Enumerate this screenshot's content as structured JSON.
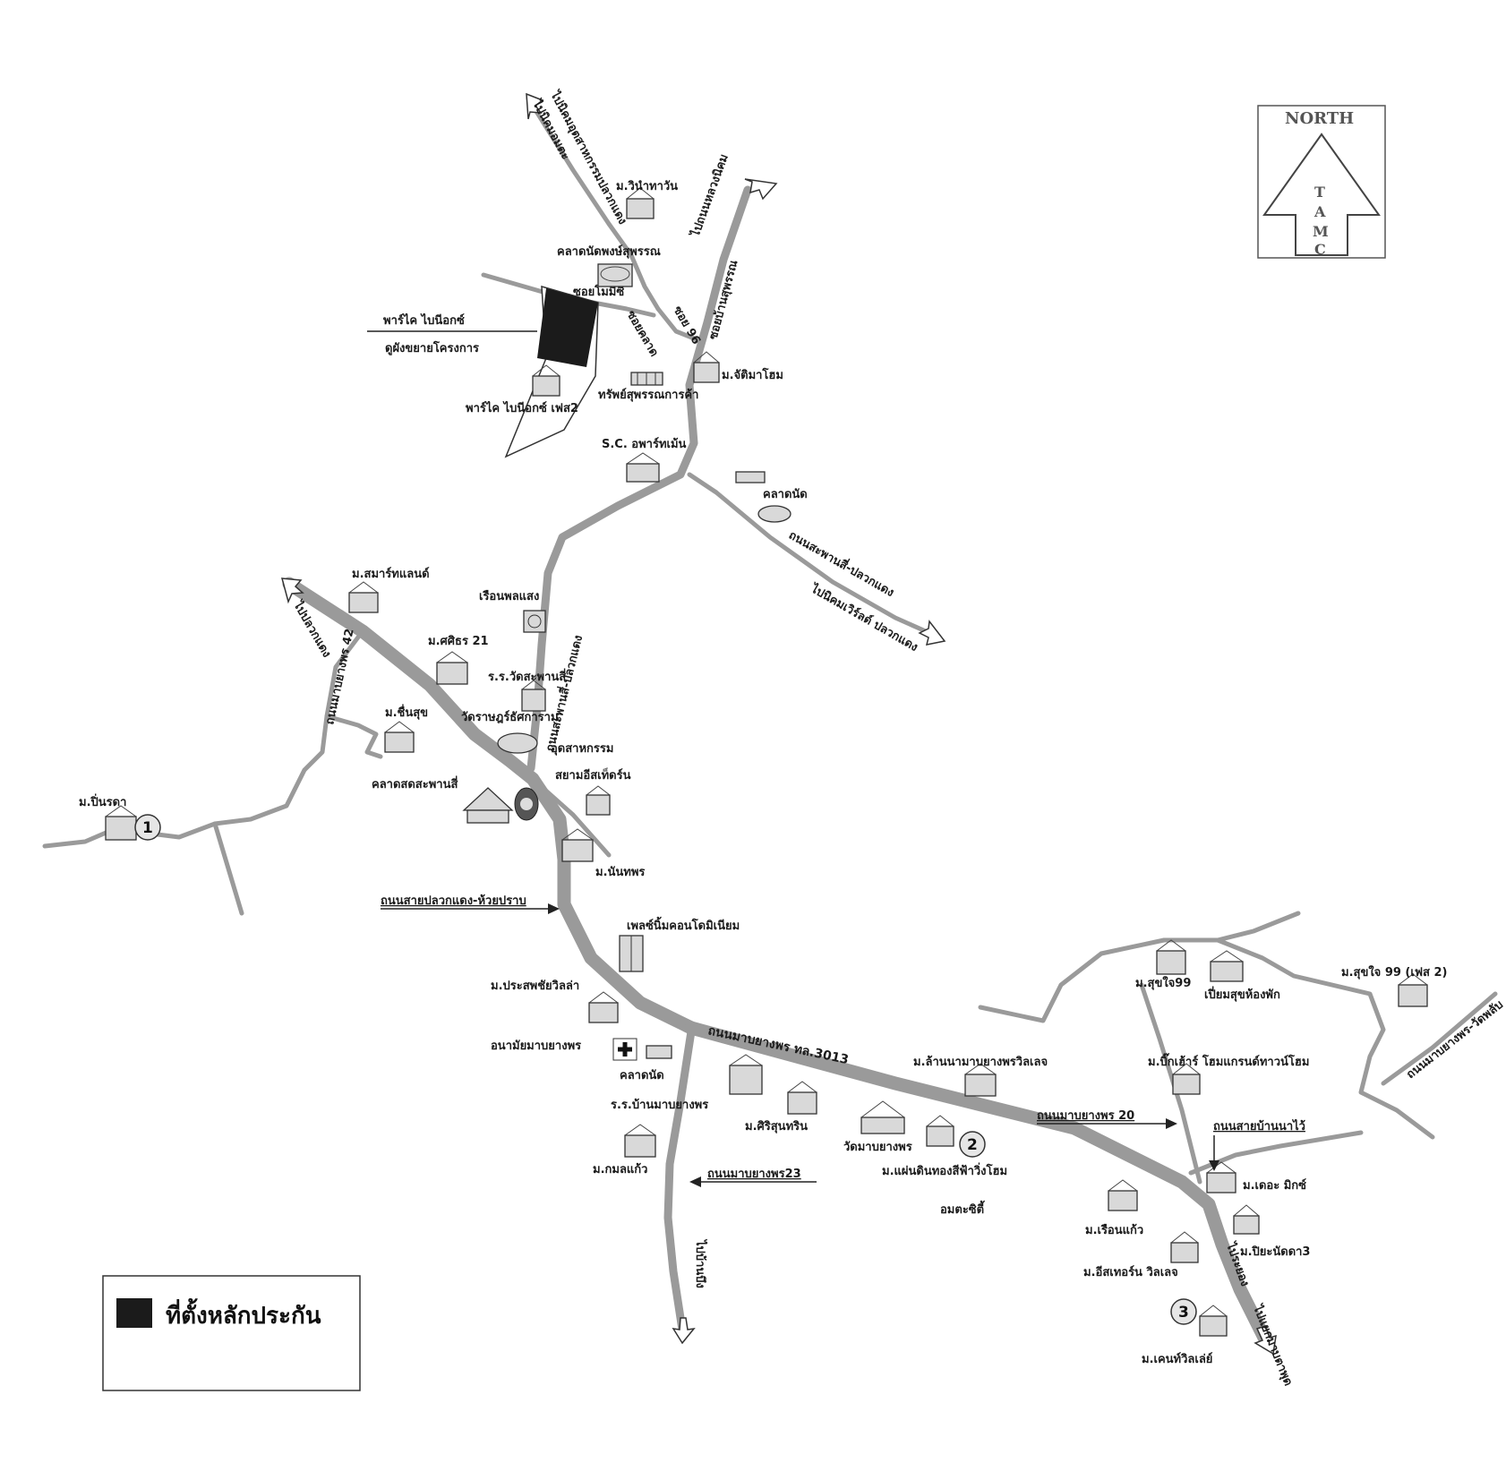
{
  "north": {
    "title": "NORTH",
    "letters": [
      "T",
      "A",
      "M",
      "C"
    ]
  },
  "legend": {
    "label": "ที่ตั้งหลักประกัน"
  },
  "roads": {
    "main_3013": "ถนนมาบยางพร ทล.3013",
    "road_20": "ถนนมาบยางพร 20",
    "road_23": "ถนนมาบยางพร23",
    "road_42": "ถนนมาบยางพร 42",
    "pluak_huai": "ถนนสายปลวกแดง-ห้วยปราบ",
    "sap_ban": "ถนนสายบ้านนาไว้",
    "saphan_si": "ถนนสะพานสี่-ปลวกแดง",
    "saphan_si_2": "ถนนสะพานสี่-ปลวกแดง",
    "ban_suan": "ซอยบ้านสุพรรณ",
    "soi_mimi": "ซอยโมมีซี",
    "soi_96": "ซอย 96",
    "mab_yang_right": "ถนนมาบยางพร-วัดพลับ",
    "kharat": "ซอยคลาด",
    "to_nikhom": "ไปนิคมอุตสาหกรรมปลวกแดง",
    "to_wat": "ไปนิคมเวิร์ลด์ ปลวกแดง",
    "to_pluak": "ไปปลวกแดง",
    "to_ban_bueng": "ไปบ้านบึง",
    "to_rayong": "ไประยอง",
    "to_nong_nok": "ไปแยกมาบตาพุด",
    "to_north": "ไปถนนหลวงนิคม",
    "to_north_2": "ไปนิคมอมตะ"
  },
  "places": {
    "p1": "ม.วินำทาวัน",
    "p2": "คลาดนัดพงษ์สุพรรณ",
    "p3": "พาร์ไค ไบนีอกซ์",
    "p4": "ดูผังขยายโครงการ",
    "p5": "พาร์ไค ไบนีอกซ์ เฟส2",
    "p6": "ทรัพย์สุพรรณการค้า",
    "p7": "ม.จัติมาโฮม",
    "p8": "S.C. อพาร์ทเม้น",
    "p9": "คลาดนัด",
    "p10": "ม.สมาร์ทแลนด์",
    "p11": "เรือนพลแสง",
    "p12": "ม.ศศิธร 21",
    "p13": "ร.ร.วัดสะพานสี่",
    "p14": "วัดราษฎร์ธัศการาม",
    "p15": "อุดสาหกรรม",
    "p16": "สยามอีสเท็ดร์น",
    "p17": "ม.ชื่นสุข",
    "p18": "คลาดสดสะพานสี่",
    "p19": "ม.ปิ่นรดา",
    "p20": "ม.นันทพร",
    "p21": "เพลซ์นิ้มคอนโดมิเนียม",
    "p22": "ม.ประสพชัยวิลล่า",
    "p23": "อนามัยมาบยางพร",
    "p24": "คลาดนัด",
    "p25": "ร.ร.บ้านมาบยางพร",
    "p26": "ม.ศิริสุนทริน",
    "p27": "วัดมาบยางพร",
    "p28": "ม.แผ่นดินทองสีฟ้าวิ่งโฮม",
    "p29": "อมตะซิตี้",
    "p30": "ม.กมลแก้ว",
    "p31": "ม.ล้านนามาบยางพรวิลเลจ",
    "p32": "ม.สุขใจ99",
    "p33": "เปี่ยมสุขห้องพัก",
    "p34": "ม.สุขใจ 99 (เฟส 2)",
    "p35": "ม.บิ๊กเฮ้าร์ โฮมแกรนด์ทาวน์โฮม",
    "p36": "ม.เดอะ มิกซ์",
    "p37": "ม.เรือนแก้ว",
    "p38": "ม.ปิยะนัดดา3",
    "p39": "ม.อีสเทอร์น วิลเลจ",
    "p40": "ม.เคนท์วิลเล่ย์"
  },
  "markers": {
    "m1": "1",
    "m2": "2",
    "m3": "3"
  }
}
